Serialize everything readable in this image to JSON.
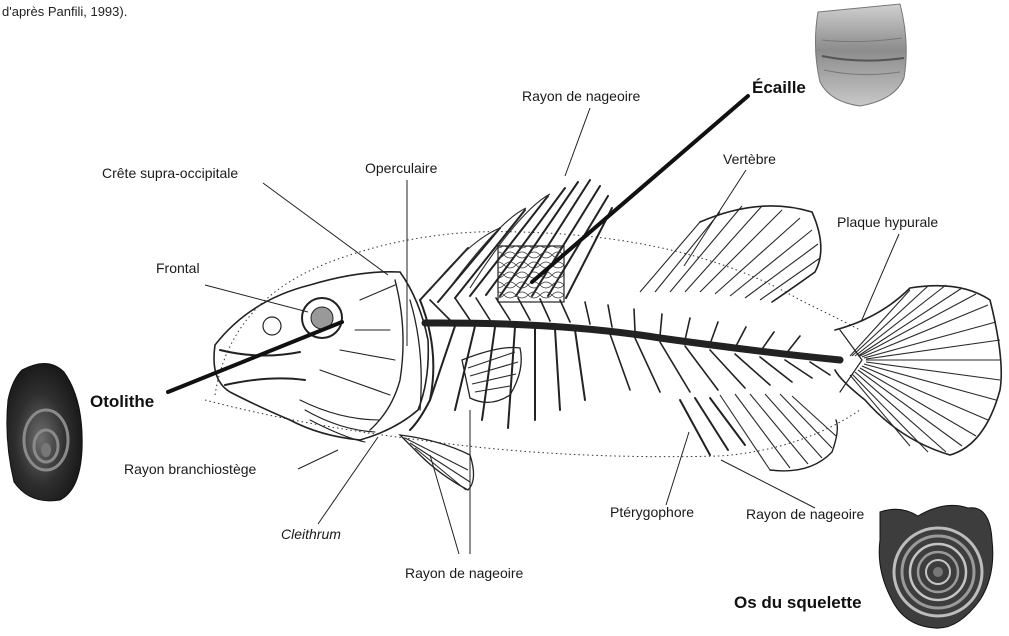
{
  "caption": "d'après Panfili, 1993).",
  "labels": {
    "rayon_dorsal": "Rayon de nageoire",
    "ecaille": "Écaille",
    "crete": "Crête supra-occipitale",
    "operculaire": "Operculaire",
    "vertebre": "Vertèbre",
    "plaque_hypurale": "Plaque hypurale",
    "frontal": "Frontal",
    "otolithe": "Otolithe",
    "rayon_branchiostege": "Rayon branchiostège",
    "cleithrum": "Cleithrum",
    "pterygophore": "Ptérygophore",
    "rayon_anal": "Rayon de nageoire",
    "rayon_pelvien": "Rayon de nageoire",
    "os_squelette": "Os du squelette"
  }
}
